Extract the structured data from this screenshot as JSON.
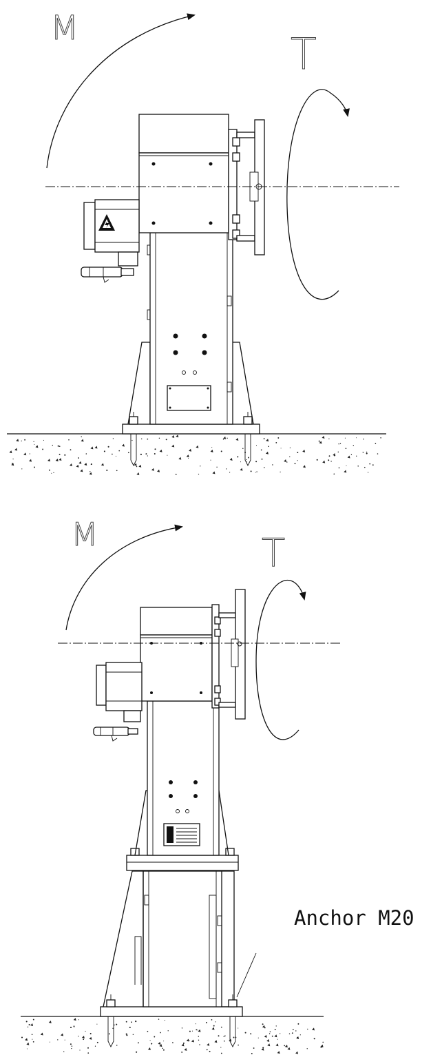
{
  "figure_top": {
    "moment_label": "M",
    "torque_label": "T"
  },
  "figure_bottom": {
    "moment_label": "M",
    "torque_label": "T",
    "anchor_label": "Anchor M20"
  },
  "colors": {
    "line": "#111111",
    "background": "#ffffff"
  },
  "icons": [
    "warning-triangle-icon",
    "moment-arrow-icon",
    "torque-arrow-icon"
  ]
}
